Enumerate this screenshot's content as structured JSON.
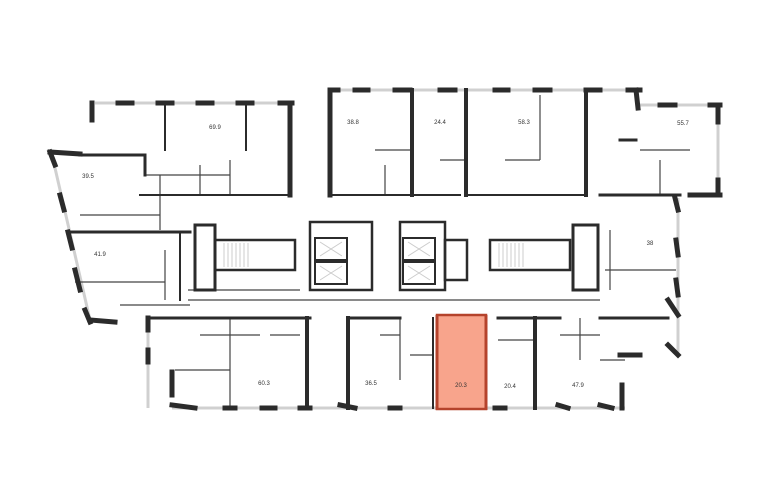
{
  "floor_plan": {
    "selected_apartment": "20.3",
    "accent_color": "#f8a48c",
    "apartments": [
      {
        "area": "69.9"
      },
      {
        "area": "39.5"
      },
      {
        "area": "41.9"
      },
      {
        "area": "38.8"
      },
      {
        "area": "24.4"
      },
      {
        "area": "58.3"
      },
      {
        "area": "55.7"
      },
      {
        "area": "38"
      },
      {
        "area": "60.3"
      },
      {
        "area": "36.5"
      },
      {
        "area": "20.3"
      },
      {
        "area": "20.4"
      },
      {
        "area": "47.9"
      }
    ]
  }
}
